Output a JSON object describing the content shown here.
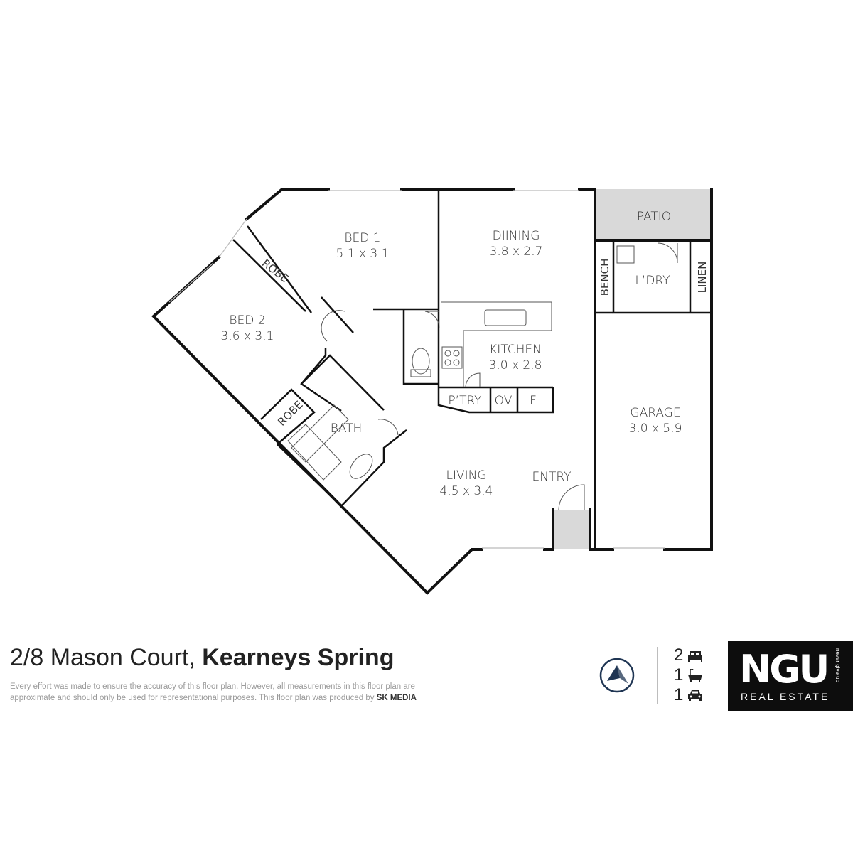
{
  "rooms": {
    "bed1": {
      "name": "BED 1",
      "size": "5.1 x 3.1"
    },
    "bed2": {
      "name": "BED 2",
      "size": "3.6 x 3.1"
    },
    "dining": {
      "name": "DIINING",
      "size": "3.8 x 2.7"
    },
    "kitchen": {
      "name": "KITCHEN",
      "size": "3.0 x 2.8"
    },
    "living": {
      "name": "LIVING",
      "size": "4.5 x 3.4"
    },
    "garage": {
      "name": "GARAGE",
      "size": "3.0 x 5.9"
    },
    "patio": "PATIO",
    "laundry": "L’DRY",
    "bench": "BENCH",
    "linen": "LINEN",
    "robe1": "ROBE",
    "robe2": "ROBE",
    "bath": "BATH",
    "pantry": "P’TRY",
    "oven": "OV",
    "fridge": "F",
    "entry": "ENTRY"
  },
  "footer": {
    "street": "2/8 Mason Court,",
    "suburb": "Kearneys Spring",
    "disclaimer": "Every effort was made to ensure the accuracy of this floor plan. However, all measurements in this floor plan are approximate and should only be used for representational purposes. This floor plan was produced by",
    "producer": "SK MEDIA",
    "bedrooms": "2",
    "bathrooms": "1",
    "car_spaces": "1"
  },
  "logo": {
    "mark": "NGU",
    "tagline": "never give up",
    "subtitle": "REAL ESTATE"
  },
  "colors": {
    "wall": "#111111",
    "shaded_area": "#d9d9d9",
    "logo_bg": "#0d0d0d",
    "compass": "#1f3553"
  },
  "icons": [
    "bed-icon",
    "bath-icon",
    "car-icon",
    "compass-icon"
  ]
}
